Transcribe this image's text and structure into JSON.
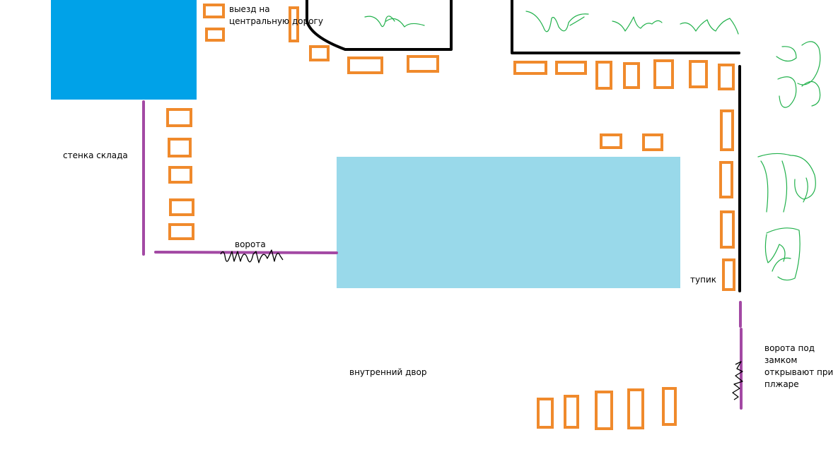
{
  "colors": {
    "background": "#ffffff",
    "warehouse": "#00a2e8",
    "courtyard": "#99d9ea",
    "parking_spot": "#f08a2c",
    "road": "#000000",
    "gate": "#a349a4",
    "shrub": "#22b14c",
    "scribble": "#000000"
  },
  "labels": {
    "exit": "выезд на\nцентральную дорогу",
    "warehouse_wall": "стенка склада",
    "gate": "ворота",
    "dead_end": "тупик",
    "courtyard": "внутренний двор",
    "locked_gate": "ворота под\nзамком\nоткрывают при\nплжаре"
  }
}
